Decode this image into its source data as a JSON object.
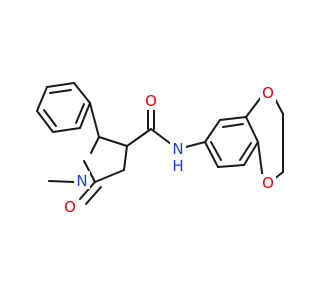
{
  "molecule": {
    "atoms": {
      "oxygen_carbonyl_lactam": {
        "symbol": "O",
        "color": "#e8000b"
      },
      "nitrogen_ring": {
        "symbol": "N",
        "color": "#1f3fe0"
      },
      "oxygen_carbonyl_amide": {
        "symbol": "O",
        "color": "#e8000b"
      },
      "nitrogen_amide": {
        "symbol": "N",
        "color": "#1f3fe0"
      },
      "hydrogen_amide": {
        "symbol": "H",
        "color": "#1f3fe0"
      },
      "oxygen_dioxane_top": {
        "symbol": "O",
        "color": "#e8000b"
      },
      "oxygen_dioxane_bottom": {
        "symbol": "O",
        "color": "#e8000b"
      }
    },
    "bond_color": "#1a1a1a"
  }
}
